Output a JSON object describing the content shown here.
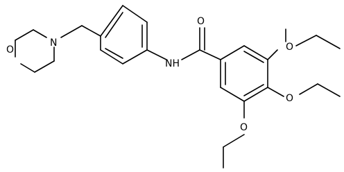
{
  "molecule": {
    "atoms": [
      {
        "id": "O_morph",
        "label": "O"
      },
      {
        "id": "N_morph",
        "label": "N"
      },
      {
        "id": "N_amide",
        "label": "NH"
      },
      {
        "id": "O_carbonyl",
        "label": "O"
      },
      {
        "id": "O_ethoxy_1",
        "label": "O"
      },
      {
        "id": "O_ethoxy_2",
        "label": "O"
      },
      {
        "id": "O_ethoxy_3",
        "label": "O"
      }
    ],
    "colors": {
      "bond": "#000000",
      "text": "#000000",
      "background": "#ffffff"
    }
  }
}
